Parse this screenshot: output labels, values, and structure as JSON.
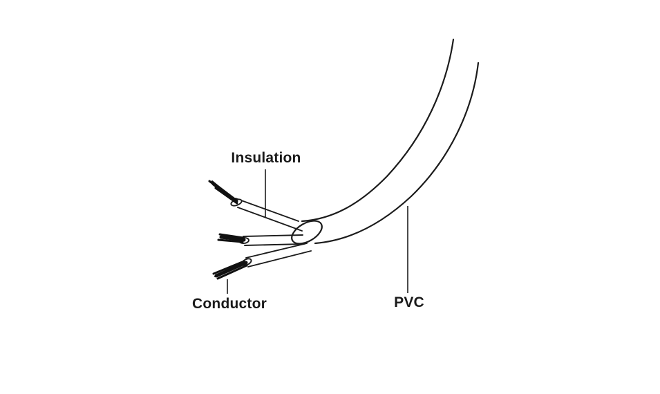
{
  "diagram": {
    "type": "cable-anatomy",
    "background_color": "#ffffff",
    "line_color": "#1c1c1c",
    "conductor_color": "#111111",
    "labels": [
      {
        "id": "insulation",
        "text": "Insulation"
      },
      {
        "id": "pvc",
        "text": "PVC"
      },
      {
        "id": "conductor",
        "text": "Conductor"
      }
    ]
  }
}
